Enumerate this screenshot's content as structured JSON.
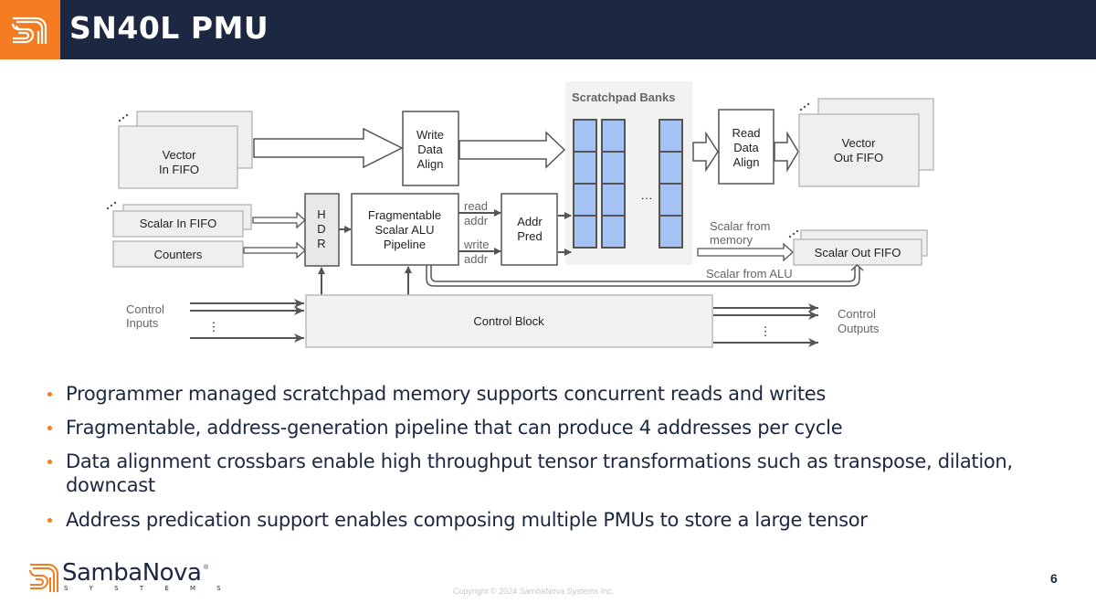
{
  "header": {
    "title": "SN40L PMU",
    "logo_icon": "sambanova-s-logo-icon",
    "accent_color": "#f47b20",
    "bar_color": "#1c2841"
  },
  "diagram": {
    "blocks": {
      "vector_in_fifo": [
        "Vector",
        "In FIFO"
      ],
      "write_data_align": [
        "Write",
        "Data",
        "Align"
      ],
      "scratchpad_banks": "Scratchpad Banks",
      "read_data_align": [
        "Read",
        "Data",
        "Align"
      ],
      "vector_out_fifo": [
        "Vector",
        "Out FIFO"
      ],
      "scalar_in_fifo": "Scalar In FIFO",
      "counters": "Counters",
      "hdr": [
        "H",
        "D",
        "R"
      ],
      "alu_pipeline": [
        "Fragmentable",
        "Scalar ALU",
        "Pipeline"
      ],
      "addr_pred": [
        "Addr",
        "Pred"
      ],
      "scalar_out_fifo": "Scalar Out FIFO",
      "control_block": "Control Block"
    },
    "labels": {
      "read_addr": [
        "read",
        "addr"
      ],
      "write_addr": [
        "write",
        "addr"
      ],
      "scalar_from_memory": [
        "Scalar from",
        "memory"
      ],
      "scalar_from_alu": "Scalar from ALU",
      "control_inputs": [
        "Control",
        "Inputs"
      ],
      "control_outputs": [
        "Control",
        "Outputs"
      ],
      "bank_ellipsis": "···",
      "vertical_ellipsis": "⋮"
    },
    "bank_color": "#a4c2f4"
  },
  "bullets": [
    "Programmer managed scratchpad memory supports concurrent reads and writes",
    "Fragmentable, address-generation pipeline that can produce 4 addresses per cycle",
    "Data alignment crossbars enable high throughput  tensor transformations such as transpose, dilation, downcast",
    "Address predication support enables composing multiple PMUs to store  a large tensor"
  ],
  "footer": {
    "brand": "SambaNova",
    "brand_sub": "S Y S T E M S",
    "registered": "®",
    "copyright": "Copyright © 2024 SambaNova Systems Inc.",
    "page_number": "6"
  }
}
